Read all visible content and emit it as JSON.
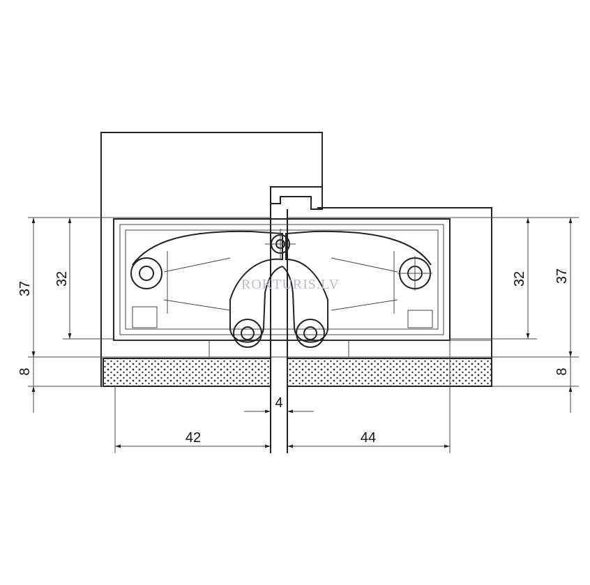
{
  "watermark": "ROKTURIS.LV",
  "dimensions": {
    "left_height_outer": "37",
    "left_height_inner": "32",
    "left_cover": "8",
    "right_height_inner": "32",
    "right_height_outer": "37",
    "right_cover": "8",
    "gap": "4",
    "left_width": "42",
    "right_width": "44"
  },
  "colors": {
    "line": "#222222",
    "watermark": "#b8bcc8"
  }
}
